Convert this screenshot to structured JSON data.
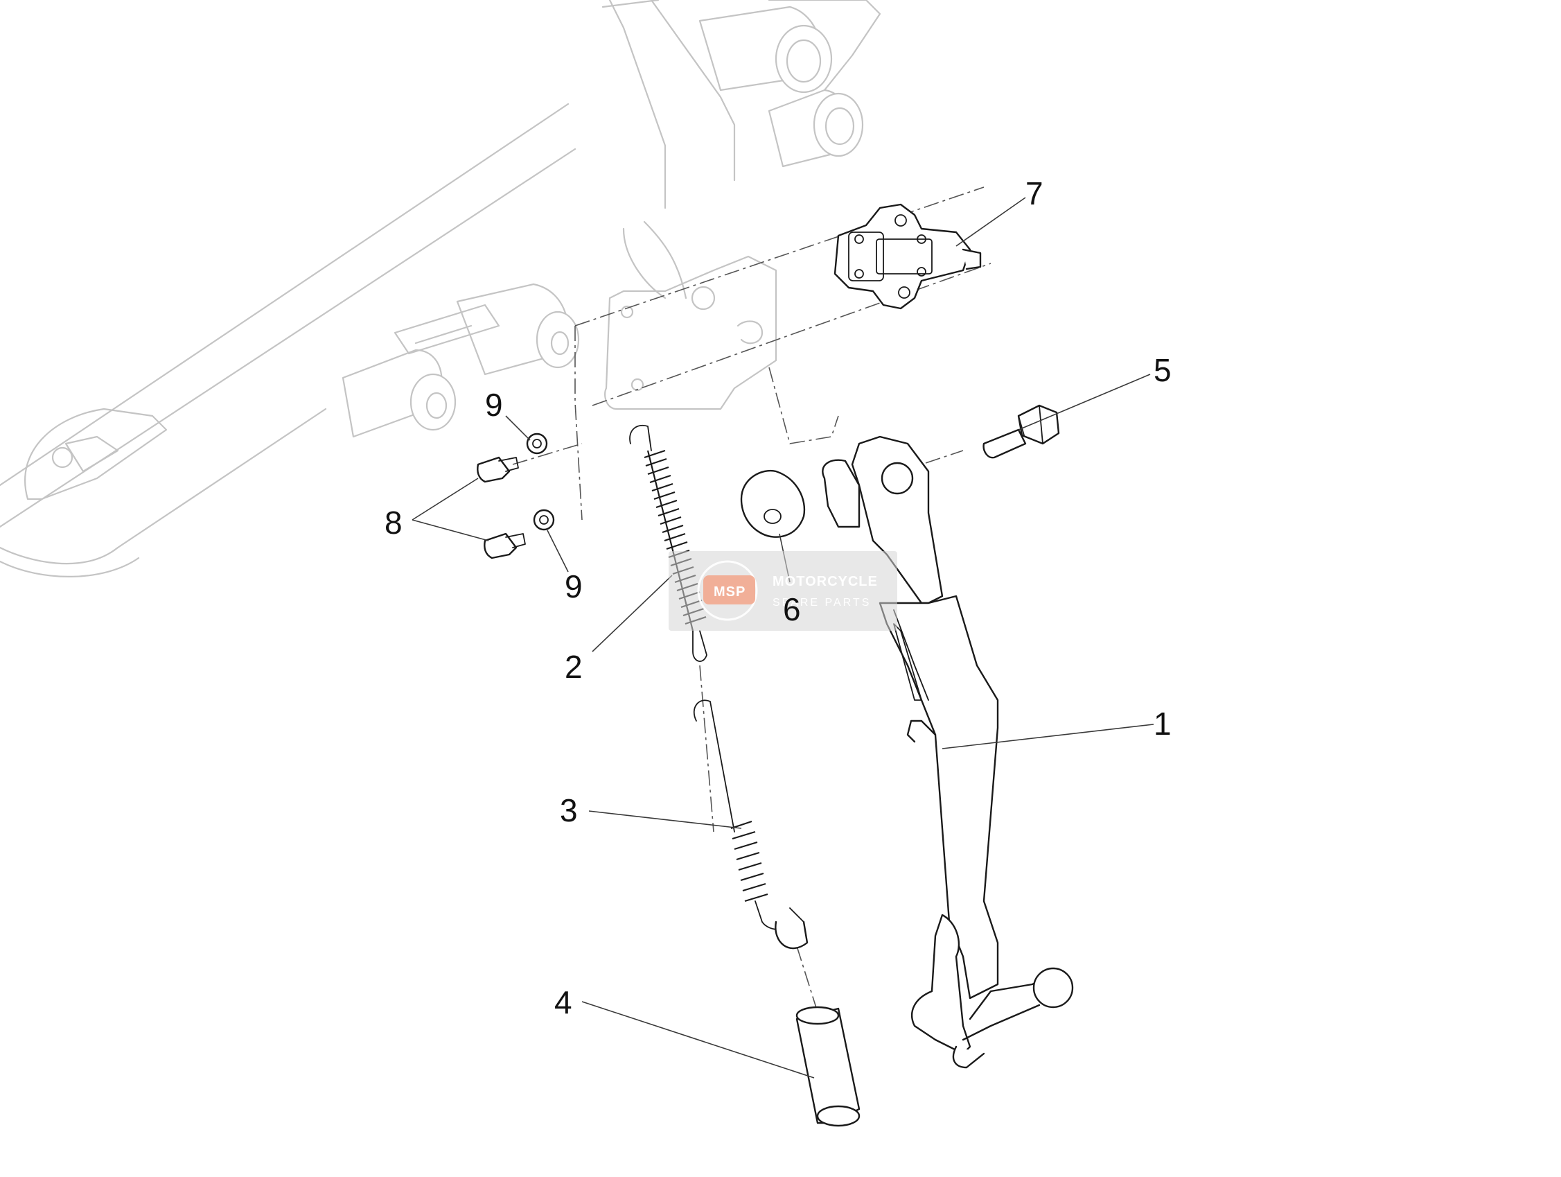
{
  "diagram": {
    "callouts": [
      {
        "id": "1",
        "label": "1"
      },
      {
        "id": "2",
        "label": "2"
      },
      {
        "id": "3",
        "label": "3"
      },
      {
        "id": "4",
        "label": "4"
      },
      {
        "id": "5",
        "label": "5"
      },
      {
        "id": "6",
        "label": "6"
      },
      {
        "id": "7",
        "label": "7"
      },
      {
        "id": "8",
        "label": "8"
      },
      {
        "id": "9a",
        "label": "9"
      },
      {
        "id": "9b",
        "label": "9"
      }
    ],
    "watermark": {
      "logo": "MSP",
      "line1": "MOTORCYCLE",
      "line2": "SPARE PARTS"
    },
    "colors": {
      "part_stroke": "#1a1a1a",
      "frame_stroke": "#c4c4c4",
      "watermark_accent": "#f2a48a"
    }
  }
}
